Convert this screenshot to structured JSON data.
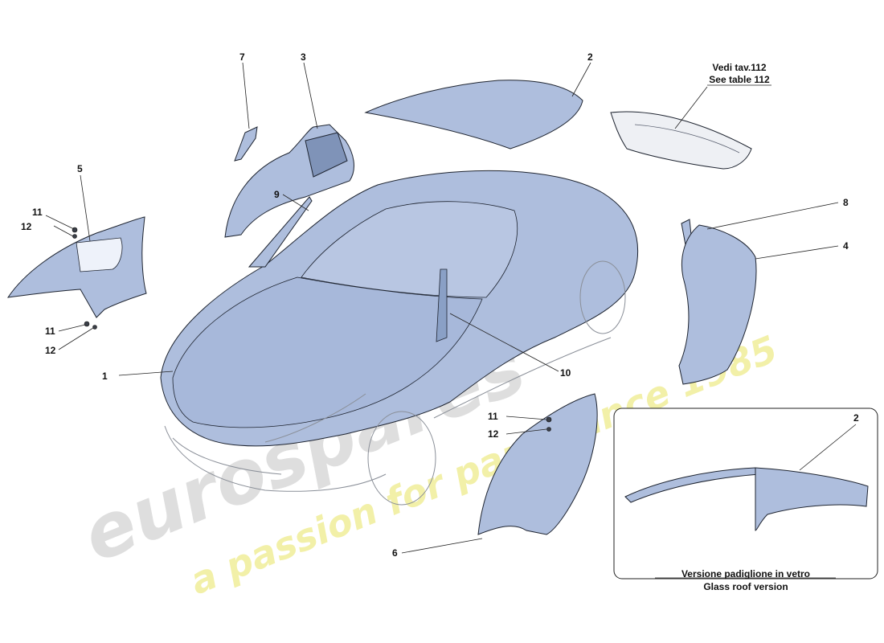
{
  "diagram": {
    "callouts": {
      "c1": "1",
      "c2": "2",
      "c3": "3",
      "c4": "4",
      "c5": "5",
      "c6": "6",
      "c7": "7",
      "c8": "8",
      "c9": "9",
      "c10": "10",
      "c11a": "11",
      "c12a": "12",
      "c11b": "11",
      "c12b": "12",
      "c11c": "11",
      "c12c": "12",
      "c2_inset": "2"
    },
    "reference_note": {
      "line1": "Vedi tav.112",
      "line2": "See table 112"
    },
    "inset_caption": {
      "line1": "Versione padiglione in vetro",
      "line2": "Glass roof version"
    },
    "watermark": {
      "brand": "eurospares",
      "tagline": "a passion for parts since 1985"
    },
    "colors": {
      "part_fill": "#aebedd",
      "outline": "#1e2430",
      "car_outline": "#8a8f98",
      "watermark_grey": "#dedede",
      "watermark_yellow": "#f2f0a8"
    }
  }
}
